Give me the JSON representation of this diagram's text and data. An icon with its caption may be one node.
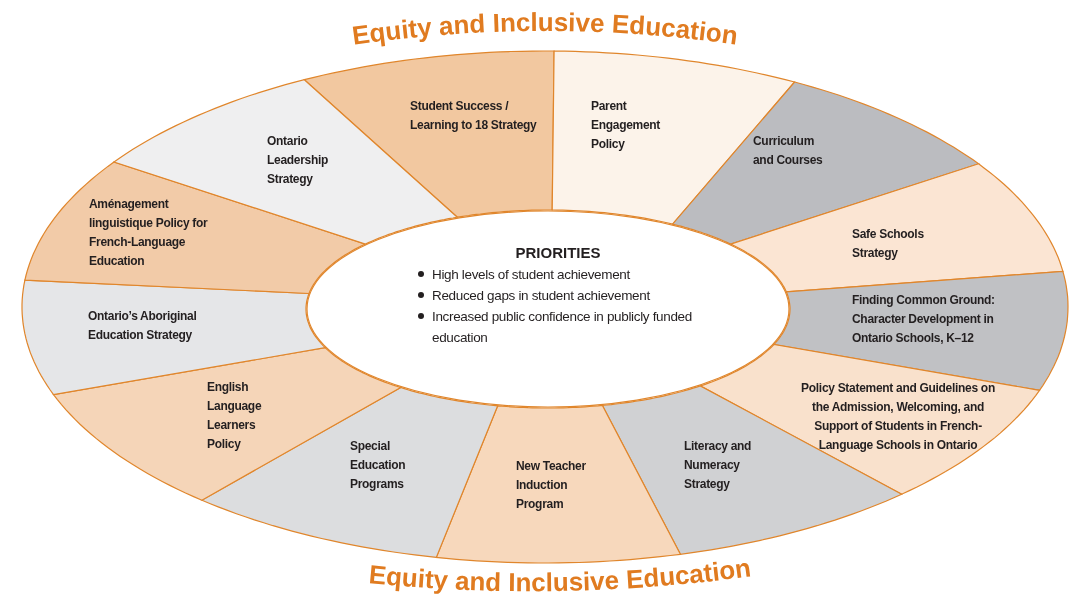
{
  "diagram": {
    "nodes": [
      {
        "text": [
          "Student Success / Learning to 18 Strategy"
        ]
      },
      {
        "text": [
          "Parent Engagement Policy"
        ]
      },
      {
        "text": [
          "Curriculum and Courses"
        ]
      },
      {
        "text": [
          "Safe Schools Strategy"
        ]
      },
      {
        "text": [
          "Finding Common Ground: Character Development in Ontario Schools, K–12"
        ]
      },
      {
        "text": [
          "Policy Statement and Guidelines on the Admission, Welcoming, and Support of Students in French-Language Schools in Ontario"
        ]
      },
      {
        "text": [
          "Literacy and Numeracy Strategy"
        ]
      },
      {
        "text": [
          "New Teacher Induction Program"
        ]
      },
      {
        "text": [
          "Special Education Programs"
        ]
      },
      {
        "text": [
          "English Language Learners Policy"
        ]
      },
      {
        "text": [
          "Ontario’s Aboriginal Education Strategy"
        ]
      },
      {
        "text": [
          "Aménagement linguistique Policy for French-Language Education"
        ]
      },
      {
        "text": [
          "Ontario Leadership Strategy"
        ]
      },
      {
        "text": [
          "PRIORITIES",
          "High levels of student achievement",
          "Reduced gaps in student achievement",
          "Increased public confidence in publicly funded education"
        ]
      }
    ],
    "labels": [
      "Equity and Inclusive Education",
      "Equity and Inclusive Education"
    ]
  }
}
